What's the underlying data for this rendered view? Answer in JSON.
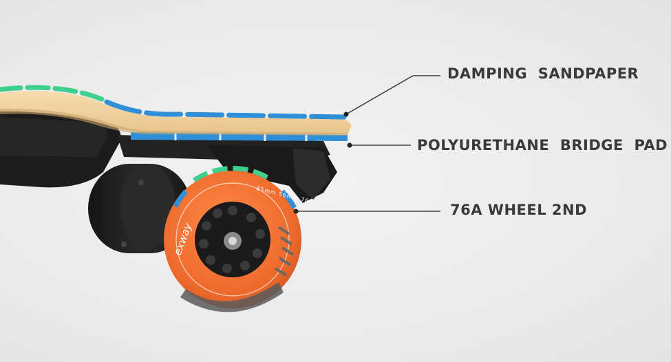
{
  "callouts": {
    "sandpaper": "DAMPING  SANDPAPER",
    "bridge_pad": "POLYURETHANE  BRIDGE  PAD",
    "wheel": "76A WHEEL 2ND"
  },
  "wheel_branding": {
    "logo": "exway",
    "spec": "85mm 56mm 76A"
  },
  "colors": {
    "background": "#ececec",
    "label_text": "#3a3a3a",
    "deck_wood": "#f2d4a4",
    "grip_blue": "#2f8fd8",
    "grip_green": "#3fcf8e",
    "wheel_orange": "#ee6a2c",
    "motor_dark": "#1e1e1e"
  }
}
